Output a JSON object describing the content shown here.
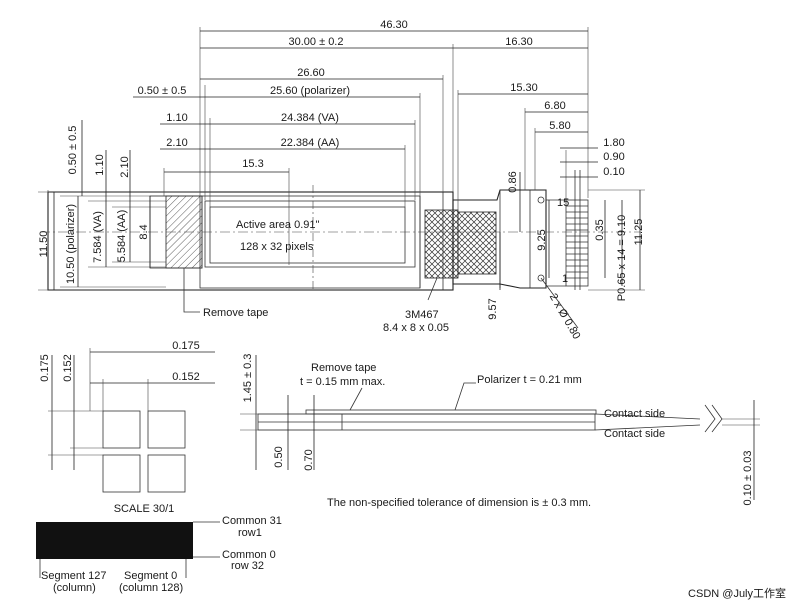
{
  "dimensions": {
    "overall_width": "46.30",
    "glass_width": "30.00 ± 0.2",
    "fpc_length": "16.30",
    "polarizer_outer": "26.60",
    "polarizer_offset": "0.50 ± 0.5",
    "polarizer_width": "25.60 (polarizer)",
    "fpc_inner": "15.30",
    "va_offset": "1.10",
    "va_width": "24.384 (VA)",
    "fpc_a": "6.80",
    "fpc_b": "5.80",
    "aa_offset": "2.10",
    "aa_width": "22.384 (AA)",
    "pin_a": "1.80",
    "pin_b": "0.90",
    "pin_c": "0.10",
    "tape_len": "15.3",
    "height_total": "11.50",
    "height_polarizer": "10.50 (polarizer)",
    "height_va": "7.584 (VA)",
    "height_aa": "5.584 (AA)",
    "height_tape": "8.4",
    "top_polarizer_offset": "0.50 ± 0.5",
    "top_va_offset": "1.10",
    "top_aa_offset": "2.10",
    "fpc_hole": "0.86",
    "fpc_height": "9.25",
    "fpc_pitch": "0.35",
    "pin_span": "P0.65 x 14 = 9.10",
    "fpc_total_h": "11.25",
    "fpc_bottom": "9.57",
    "hole_dia": "2 x Ø 0.80",
    "pixel_pitch_a": "0.175",
    "pixel_size_a": "0.152",
    "pixel_pitch_b": "0.175",
    "pixel_size_b": "0.152",
    "side_height": "1.45 ± 0.3",
    "side_glass": "0.50",
    "side_total": "0.70",
    "fpc_thickness": "0.10 ± 0.03"
  },
  "labels": {
    "active_area": "Active area 0.91\"",
    "resolution": "128 x 32 pixels",
    "remove_tape": "Remove tape",
    "tape_part": "3M467",
    "tape_size": "8.4 x 8 x 0.05",
    "pin_15": "15",
    "pin_1": "1",
    "scale": "SCALE  30/1",
    "remove_tape_side": "Remove tape",
    "tape_thickness": "t = 0.15 mm max.",
    "polarizer_thickness": "Polarizer t = 0.21 mm",
    "contact_side_1": "Contact side",
    "contact_side_2": "Contact side",
    "tolerance_note": "The non-specified tolerance of dimension is ± 0.3 mm.",
    "common_31": "Common 31",
    "row_1": "row1",
    "common_0": "Common 0",
    "row_32": "row 32",
    "segment_127": "Segment 127",
    "segment_127_sub": "(column)",
    "segment_0": "Segment 0",
    "segment_0_sub": "(column 128)",
    "watermark": "CSDN @July工作室"
  }
}
